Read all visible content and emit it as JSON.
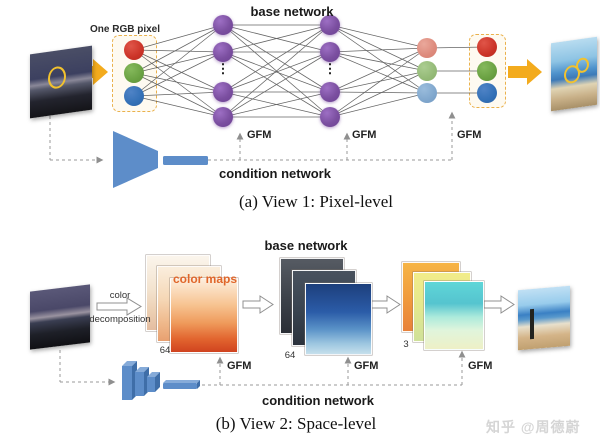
{
  "panel_a": {
    "title": "base network",
    "input_label": "One RGB pixel",
    "ellipsis": "⋮",
    "gfm": [
      "GFM",
      "GFM",
      "GFM"
    ],
    "condition_label": "condition network",
    "caption": "(a) View 1: Pixel-level"
  },
  "panel_b": {
    "title": "base network",
    "decomposition": {
      "line1": "color",
      "line2": "decomposition"
    },
    "color_maps_label": "color maps",
    "channel_labels": [
      "64",
      "64",
      "3"
    ],
    "gfm": [
      "GFM",
      "GFM",
      "GFM"
    ],
    "condition_label": "condition network",
    "caption": "(b) View 2: Space-level"
  },
  "watermark": {
    "text": "知乎 @周德蔚"
  },
  "colors": {
    "node_purple": "#7b4fa0",
    "node_red": "#cb3327",
    "node_green": "#6aa142",
    "node_blue": "#3370b6",
    "node_light_red": "#dd8a7c",
    "node_light_green": "#94ba77",
    "node_light_blue": "#80a7cd",
    "arrow_yellow": "#f3ab1d",
    "condition_blue": "#5d8dc9",
    "dashed_box_orange": "#eab14c",
    "color_maps_text": "#e0662a",
    "edge_gray": "#4a4a4a",
    "dashed_line_gray": "#9a9a9a"
  }
}
